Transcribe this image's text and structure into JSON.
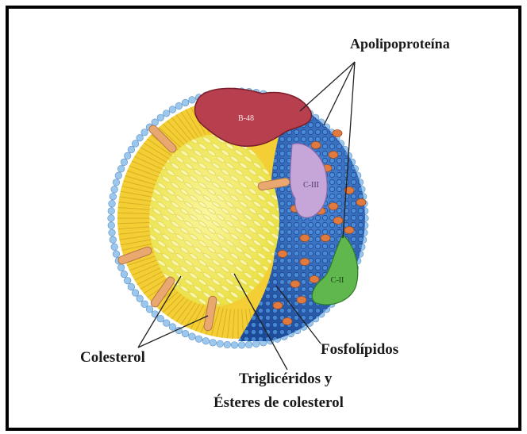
{
  "labels": {
    "apolipoproteina": "Apolipoproteína",
    "colesterol": "Colesterol",
    "fosfolipidos": "Fosfolípidos",
    "trigliceridos_line1": "Triglicéridos y",
    "trigliceridos_line2": "Ésteres de colesterol"
  },
  "proteins": {
    "b48": "B-48",
    "c3": "C-III",
    "c2": "C-II"
  },
  "colors": {
    "frame": "#000000",
    "core_yellow": "#f2ea5c",
    "shell_yellow": "#f4d23a",
    "blue_surface": "#2c64b6",
    "blue_dots": "#8fc2ee",
    "apo_b48": "#b8404e",
    "apo_c3": "#c6a6d8",
    "apo_c2": "#5fb74e",
    "cholesterol": "#e8a870"
  }
}
